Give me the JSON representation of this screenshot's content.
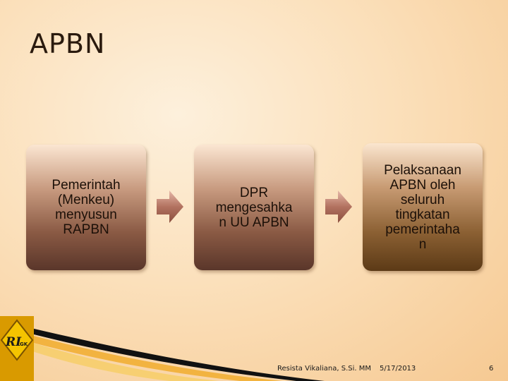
{
  "slide": {
    "title": "APBN"
  },
  "flow": {
    "steps": [
      {
        "label": "Pemerintah\n(Menkeu)\nmenyusun\nRAPBN"
      },
      {
        "label": "DPR\nmengesahka\nn UU APBN"
      },
      {
        "label": "Pelaksanaan\nAPBN oleh\nseluruh\ntingkatan\npemerintaha\nn"
      }
    ]
  },
  "footer": {
    "author": "Resista Vikaliana, S.Si. MM",
    "date": "5/17/2013",
    "page": "6"
  },
  "logo": {
    "text": "RI GK"
  },
  "colors": {
    "background": "#fbe0bb",
    "box_dark": "#5a362a",
    "arrow": "#a06a58",
    "logo_gold": "#e8b400"
  }
}
